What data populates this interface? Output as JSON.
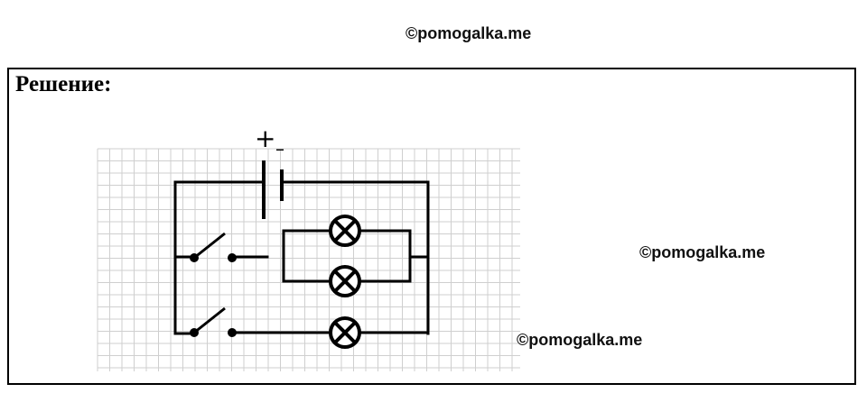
{
  "watermarks": {
    "top": "©pomogalka.me",
    "right": "©pomogalka.me",
    "bottom": "©pomogalka.me"
  },
  "solution": {
    "heading": "Решение:"
  },
  "diagram": {
    "battery_plus": "+",
    "battery_minus": "–",
    "components": [
      "battery",
      "switch-1",
      "switch-2",
      "lamp-1",
      "lamp-2",
      "lamp-3"
    ],
    "colors": {
      "grid": "#cfcfcf",
      "wire": "#000000"
    }
  }
}
